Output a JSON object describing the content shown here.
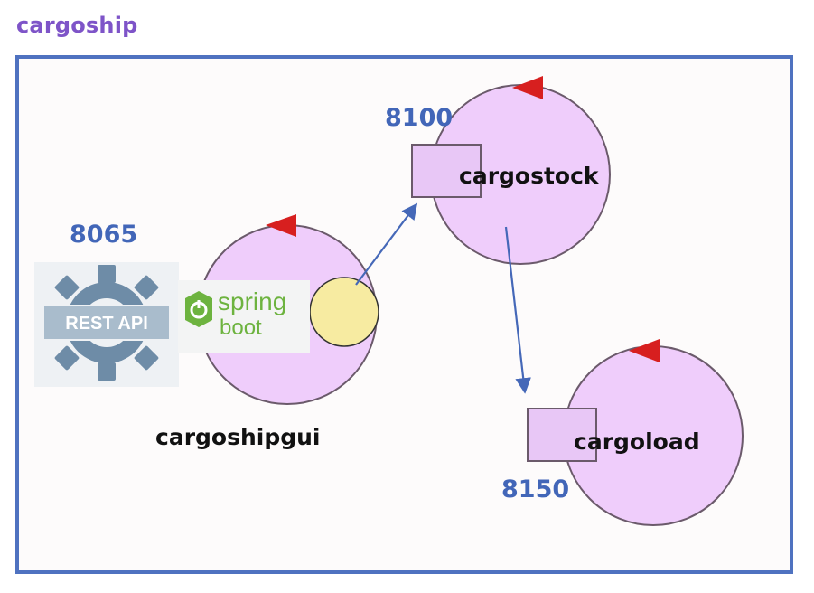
{
  "diagram": {
    "title": "cargoship",
    "nodes": {
      "gui": {
        "label": "cargoshipgui",
        "port": "8065"
      },
      "stock": {
        "label": "cargostock",
        "port": "8100"
      },
      "load": {
        "label": "cargoload",
        "port": "8150"
      }
    },
    "logos": {
      "rest_api": "REST API",
      "spring_line1": "spring",
      "spring_line2": "boot"
    },
    "edges": [
      {
        "from": "cargoshipgui",
        "to": "cargostock"
      },
      {
        "from": "cargostock",
        "to": "cargoload"
      }
    ],
    "colors": {
      "frame": "#4f72c0",
      "title": "#7e54c8",
      "port_text": "#4266b8",
      "node_fill": "#efcdfb",
      "provider_fill": "#f7eba1",
      "marker": "#d71f1f",
      "edge": "#4568b8",
      "spring_green": "#6db33f",
      "gear": "#6e8ca7"
    }
  }
}
